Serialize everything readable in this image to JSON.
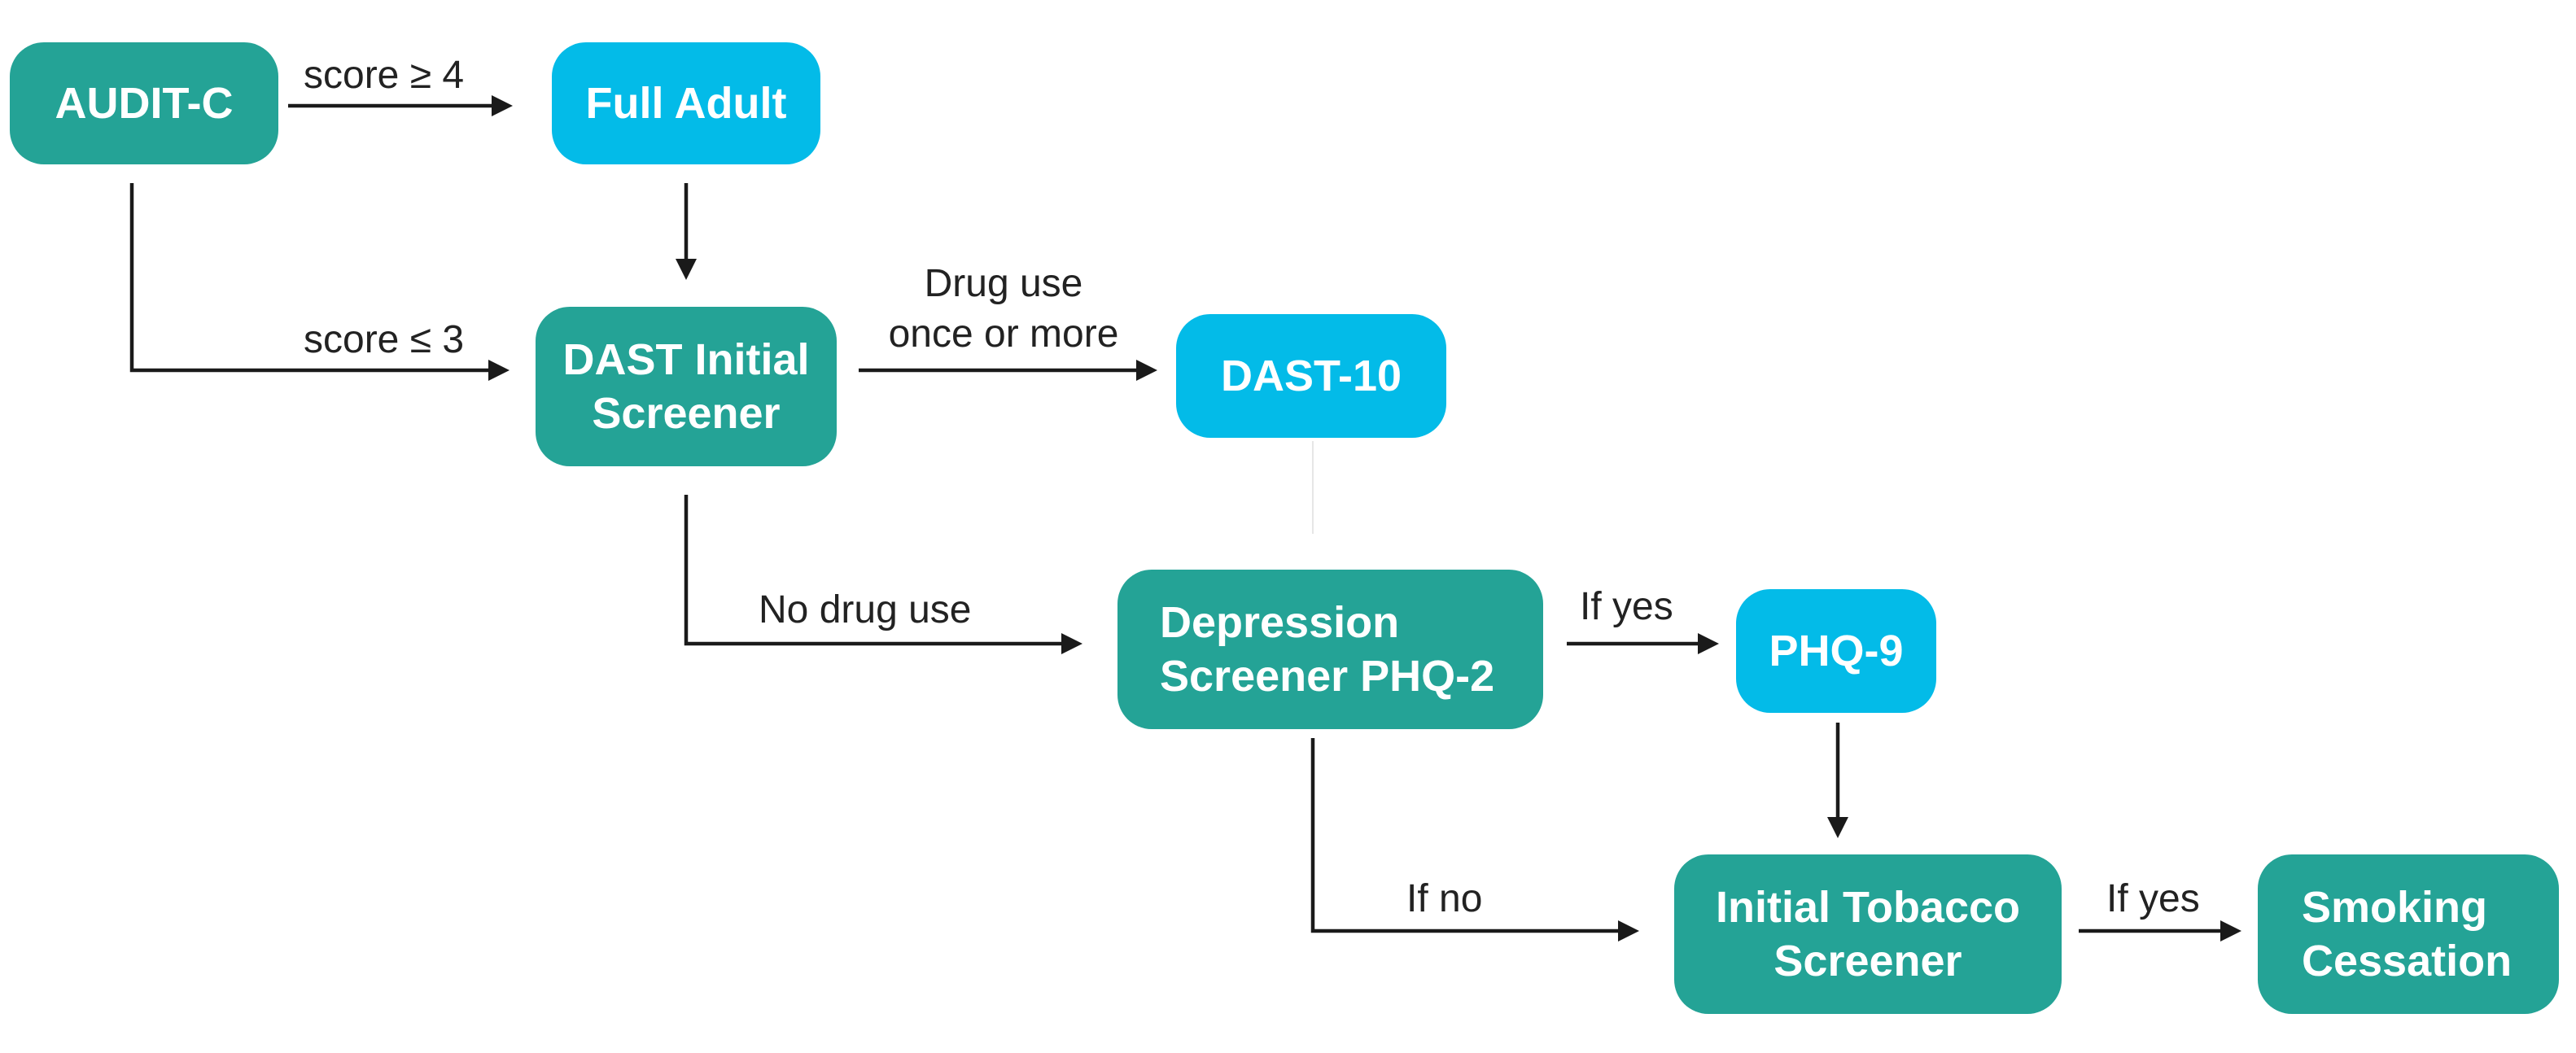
{
  "nodes": {
    "audit_c": "AUDIT-C",
    "full_adult": "Full Adult",
    "dast_initial_line1": "DAST Initial",
    "dast_initial_line2": "Screener",
    "dast_10": "DAST-10",
    "depression_line1": "Depression",
    "depression_line2": "Screener PHQ-2",
    "phq_9": "PHQ-9",
    "tobacco_line1": "Initial Tobacco",
    "tobacco_line2": "Screener",
    "smoking_line1": "Smoking",
    "smoking_line2": "Cessation"
  },
  "edge_labels": {
    "score_high": "score ≥ 4",
    "score_low": "score ≤ 3",
    "drug_use_line1": "Drug use",
    "drug_use_line2": "once or more",
    "no_drug_use": "No drug use",
    "if_yes_phq": "If yes",
    "if_no": "If no",
    "if_yes_smoking": "If yes"
  },
  "colors": {
    "primary_node": "#24A396",
    "secondary_node": "#03BBE8",
    "arrow": "#1A1A1A",
    "background": "#FFFFFF"
  }
}
